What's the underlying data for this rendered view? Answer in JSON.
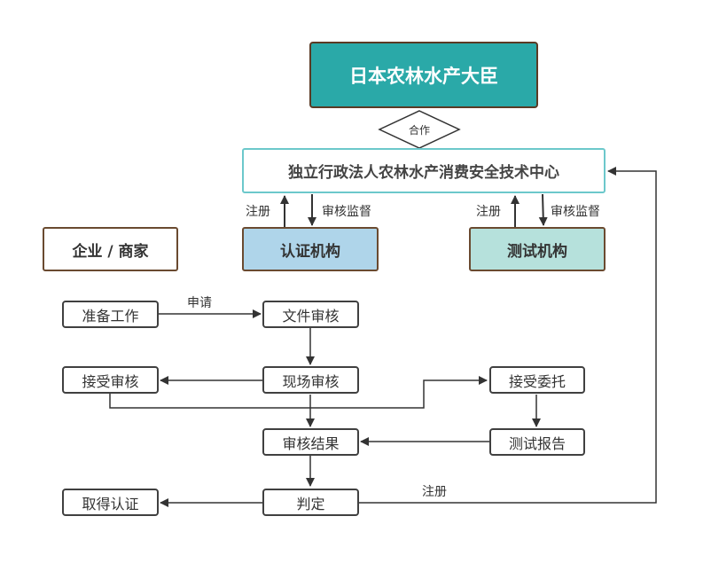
{
  "nodes": {
    "ministry": "日本农林水产大臣",
    "cooperation": "合作",
    "center": "独立行政法人农林水产消费安全技术中心",
    "cert_body": "认证机构",
    "test_body": "测试机构",
    "company": "企业 / 商家",
    "prepare": "准备工作",
    "doc_review": "文件审核",
    "onsite_review": "现场审核",
    "accept_review": "接受审核",
    "accept_commission": "接受委托",
    "test_report": "测试报告",
    "review_result": "审核结果",
    "judgment": "判定",
    "obtain_cert": "取得认证"
  },
  "edge_labels": {
    "register_left": "注册",
    "supervise_left": "审核监督",
    "register_right": "注册",
    "supervise_right": "审核监督",
    "apply": "申请",
    "register_bottom": "注册"
  },
  "colors": {
    "ministry_fill": "#2aa9a8",
    "center_border": "#6cc8cb",
    "cert_fill": "#afd5ea",
    "test_fill": "#b6e1dc",
    "line": "#333333"
  }
}
